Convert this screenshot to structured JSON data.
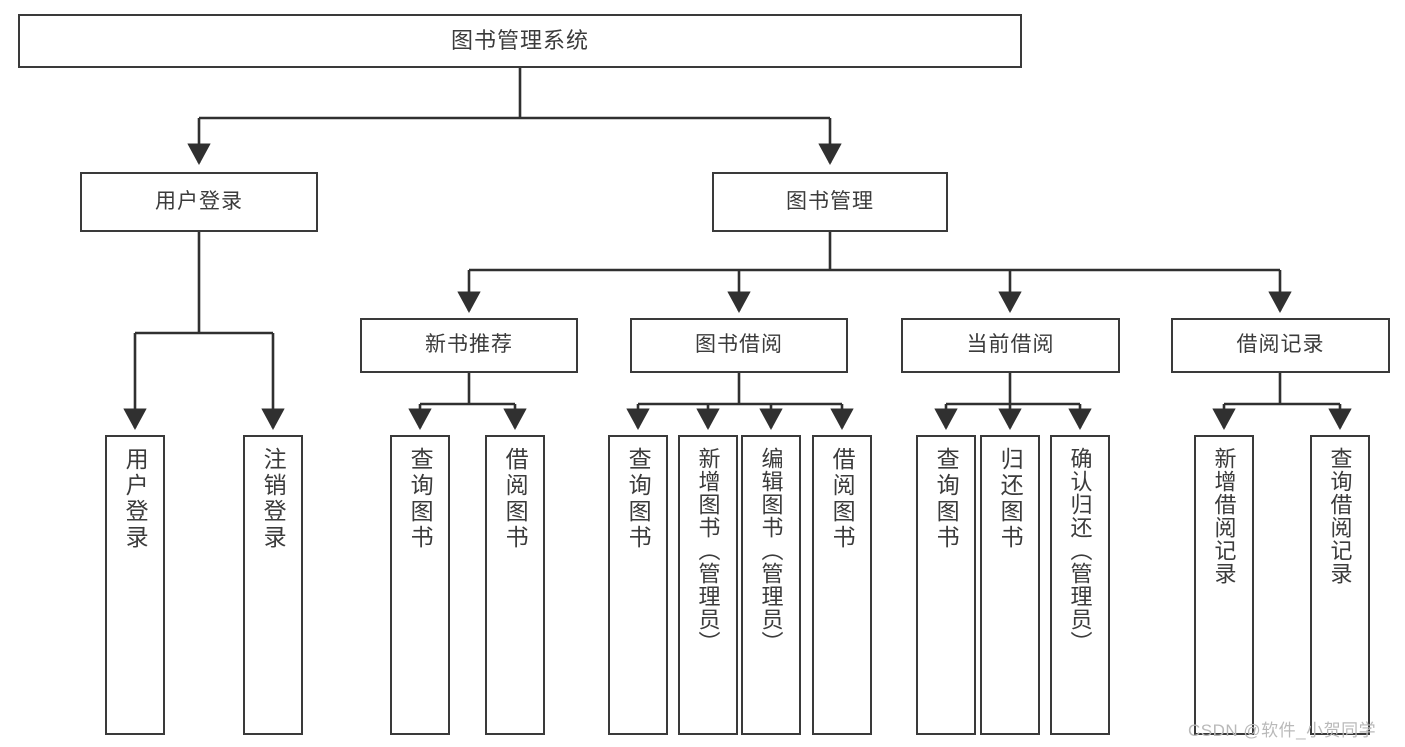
{
  "diagram": {
    "title": "图书管理系统",
    "type": "tree-hierarchy",
    "root": {
      "label": "图书管理系统"
    },
    "level2": [
      {
        "label": "用户登录"
      },
      {
        "label": "图书管理"
      }
    ],
    "level3": [
      {
        "label": "新书推荐"
      },
      {
        "label": "图书借阅"
      },
      {
        "label": "当前借阅"
      },
      {
        "label": "借阅记录"
      }
    ],
    "leaves": {
      "user_login": [
        {
          "label": "用户登录"
        },
        {
          "label": "注销登录"
        }
      ],
      "new_book_recommend": [
        {
          "label": "查询图书"
        },
        {
          "label": "借阅图书"
        }
      ],
      "book_borrow": [
        {
          "label": "查询图书"
        },
        {
          "label": "新增图书（管理员）"
        },
        {
          "label": "编辑图书（管理员）"
        },
        {
          "label": "借阅图书"
        }
      ],
      "current_borrow": [
        {
          "label": "查询图书"
        },
        {
          "label": "归还图书"
        },
        {
          "label": "确认归还（管理员）"
        }
      ],
      "borrow_record": [
        {
          "label": "新增借阅记录"
        },
        {
          "label": "查询借阅记录"
        }
      ]
    }
  },
  "watermark": {
    "text": "CSDN @软件_小贺同学"
  },
  "colors": {
    "border": "#3a3a3a",
    "text": "#3b3b3b",
    "background": "#ffffff",
    "watermark": "#b9b9b9"
  }
}
